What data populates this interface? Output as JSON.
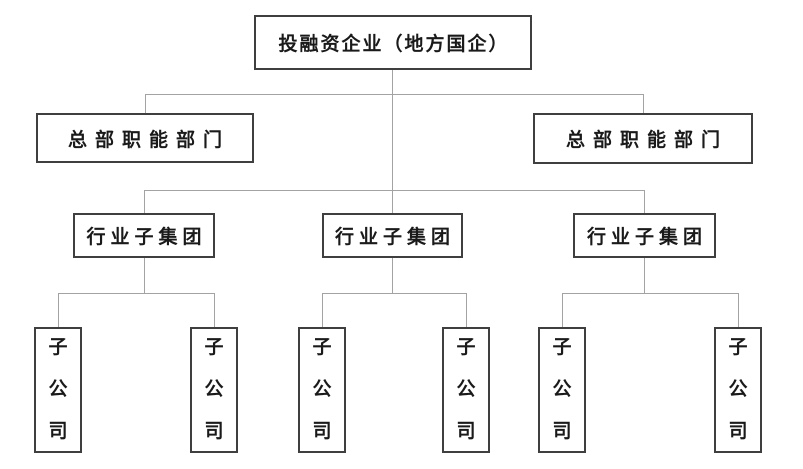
{
  "diagram": {
    "title_meaning": "org-chart",
    "root": {
      "label": "投融资企业（地方国企）"
    },
    "hq_departments": [
      {
        "label": "总部职能部门"
      },
      {
        "label": "总部职能部门"
      }
    ],
    "industry_subgroups": [
      {
        "label": "行业子集团"
      },
      {
        "label": "行业子集团"
      },
      {
        "label": "行业子集团"
      }
    ],
    "subsidiaries": [
      {
        "label": "子公司"
      },
      {
        "label": "子公司"
      },
      {
        "label": "子公司"
      },
      {
        "label": "子公司"
      },
      {
        "label": "子公司"
      },
      {
        "label": "子公司"
      }
    ]
  },
  "colors": {
    "background": "#ffffff",
    "box_border": "#3f3f3f",
    "connector": "#a3a3a3",
    "text": "#1a1a1a"
  }
}
